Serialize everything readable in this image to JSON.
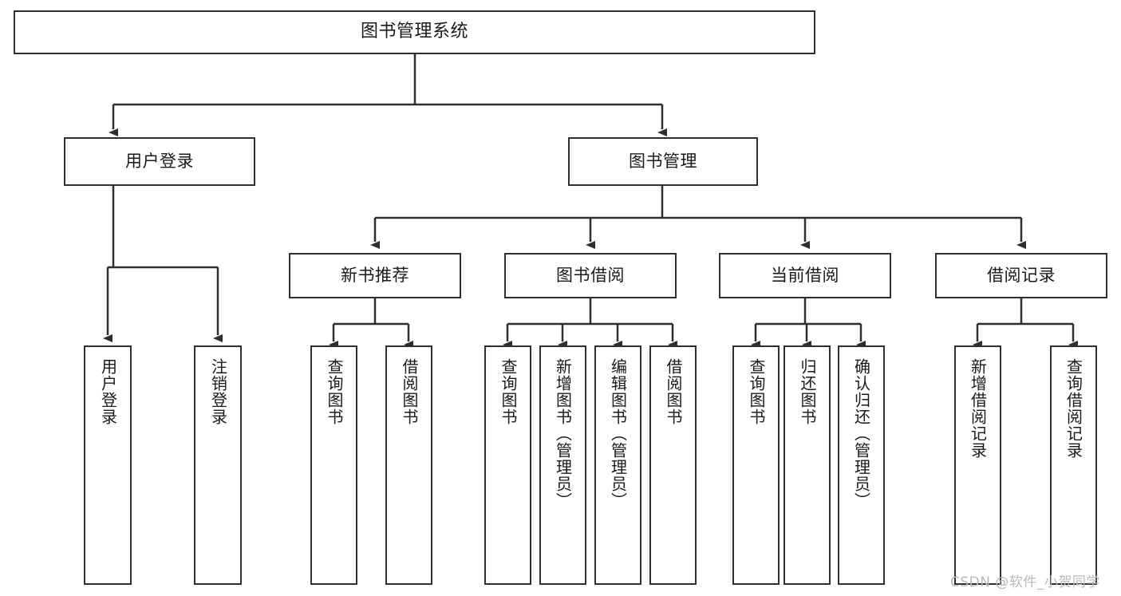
{
  "diagram": {
    "title": "图书管理系统",
    "type": "tree-hierarchy-diagram",
    "watermark": "CSDN @软件_小贺同学",
    "colors": {
      "stroke": "#2e2e2e",
      "fill": "#ffffff",
      "text": "#1a1a1a",
      "watermark": "#b9b9b9"
    },
    "nodes": {
      "root": {
        "label": "图书管理系统"
      },
      "level2": [
        {
          "id": "user-login",
          "label": "用户登录"
        },
        {
          "id": "book-management",
          "label": "图书管理"
        }
      ],
      "level3": [
        {
          "id": "new-book-recommend",
          "label": "新书推荐"
        },
        {
          "id": "book-borrow",
          "label": "图书借阅"
        },
        {
          "id": "current-borrow",
          "label": "当前借阅"
        },
        {
          "id": "borrow-record",
          "label": "借阅记录"
        }
      ],
      "leaves": {
        "user_login": [
          {
            "id": "leaf-user-login",
            "label": "用户登录"
          },
          {
            "id": "leaf-logout-login",
            "label": "注销登录"
          }
        ],
        "new_book_recommend": [
          {
            "id": "leaf-query-book-1",
            "label": "查询图书"
          },
          {
            "id": "leaf-borrow-book-1",
            "label": "借阅图书"
          }
        ],
        "book_borrow": [
          {
            "id": "leaf-query-book-2",
            "label": "查询图书"
          },
          {
            "id": "leaf-add-book",
            "label": "新增图书（管理员）"
          },
          {
            "id": "leaf-edit-book",
            "label": "编辑图书（管理员）"
          },
          {
            "id": "leaf-borrow-book-2",
            "label": "借阅图书"
          }
        ],
        "current_borrow": [
          {
            "id": "leaf-query-book-3",
            "label": "查询图书"
          },
          {
            "id": "leaf-return-book",
            "label": "归还图书"
          },
          {
            "id": "leaf-confirm-return",
            "label": "确认归还（管理员）"
          }
        ],
        "borrow_record": [
          {
            "id": "leaf-add-record",
            "label": "新增借阅记录"
          },
          {
            "id": "leaf-query-record",
            "label": "查询借阅记录"
          }
        ]
      }
    }
  }
}
